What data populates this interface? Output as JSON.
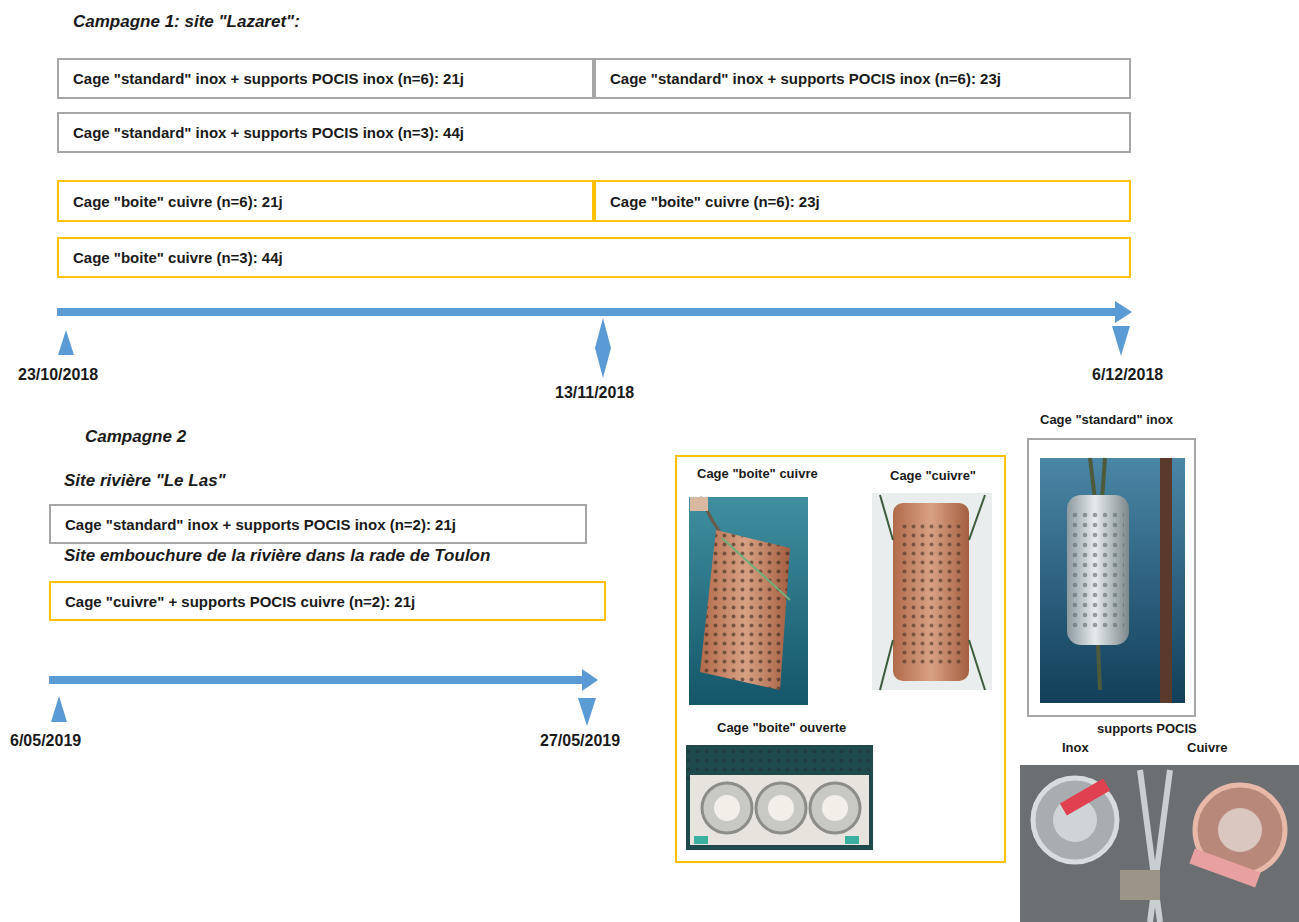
{
  "diagram": {
    "nodes": [
      {
        "text": [
          "Cage \"standard\"  inox + supports  POCIS inox (n=6): 21j"
        ]
      },
      {
        "text": [
          "Cage \"standard\"  inox + supports  POCIS inox (n=6): 23j"
        ]
      },
      {
        "text": [
          "Cage \"standard\"  inox + supports  POCIS inox (n=3): 44j"
        ]
      },
      {
        "text": [
          "Cage \"boite\" cuivre (n=6): 21j"
        ]
      },
      {
        "text": [
          "Cage \"boite\" cuivre (n=6): 23j"
        ]
      },
      {
        "text": [
          "Cage \"boite\" cuivre (n=3): 44j"
        ]
      },
      {
        "text": [
          "Cage \"standard\"  inox + supports  POCIS inox (n=2): 21j"
        ]
      },
      {
        "text": [
          "Cage \"cuivre\" + supports POCIS cuivre (n=2): 21j"
        ]
      },
      {
        "text": [
          "Cage \"boite\" cuivre",
          "Cage \"cuivre\"",
          "Cage \"boite\" ouverte"
        ]
      },
      {
        "text": [
          "Cage \"standard\" inox"
        ]
      }
    ],
    "labels": [
      "Campagne 1: site \"Lazaret\":",
      "23/10/2018",
      "13/11/2018",
      "6/12/2018",
      "Campagne 2",
      "Site  rivière \"Le Las\"",
      "Site  embouchure de la rivière dans la rade de Toulon",
      "6/05/2019",
      "27/05/2019",
      "supports POCIS",
      "Inox",
      "Cuivre"
    ]
  }
}
